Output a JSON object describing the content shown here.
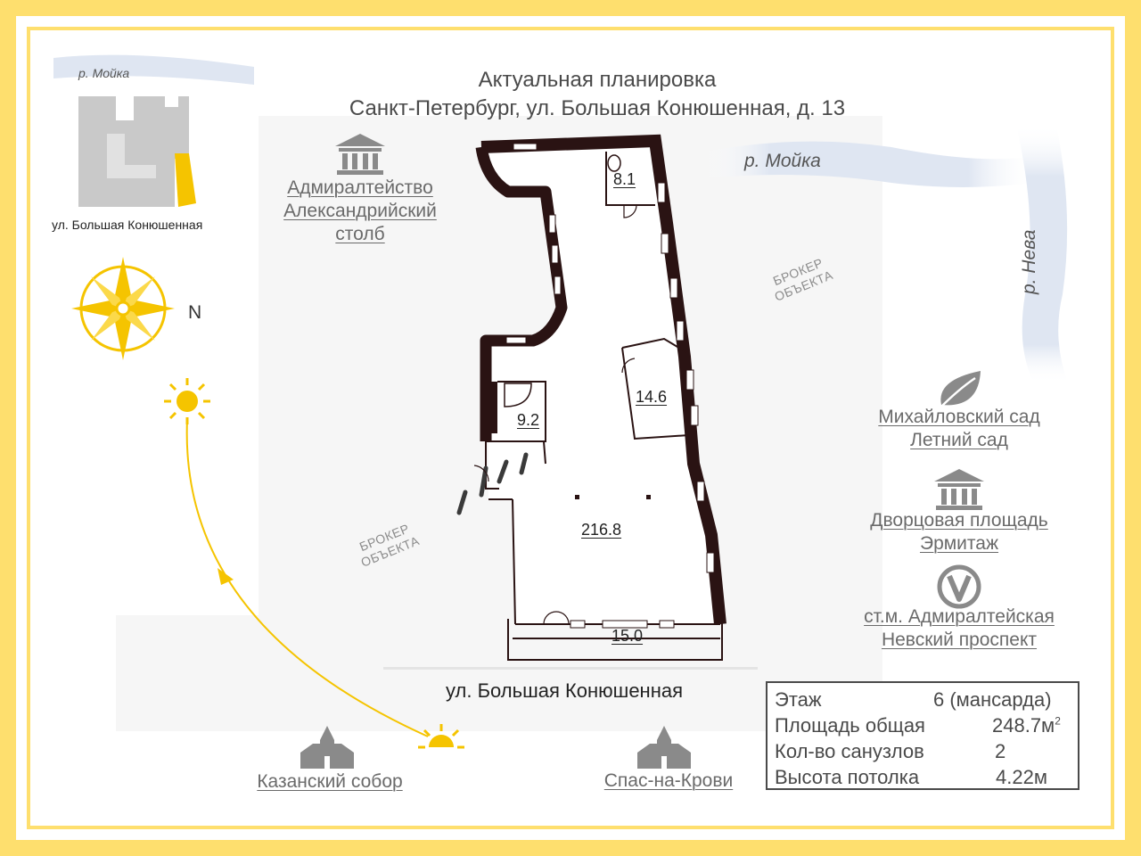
{
  "header": {
    "line1": "Актуальная планировка",
    "line2": "Санкт-Петербург, ул. Большая Конюшенная, д. 13"
  },
  "minimap": {
    "river": "р. Мойка",
    "street": "ул. Большая Конюшенная"
  },
  "compass": {
    "north": "N"
  },
  "rivers": {
    "moika": "р. Мойка",
    "neva": "р. Нева"
  },
  "landmarks": {
    "admiralty": {
      "icon": "museum-icon",
      "lines": [
        "Адмиралтейство",
        "Александрийский",
        "столб"
      ]
    },
    "gardens": {
      "icon": "leaf-icon",
      "lines": [
        "Михайловский сад",
        "Летний сад"
      ]
    },
    "palace": {
      "icon": "museum-icon",
      "lines": [
        "Дворцовая площадь",
        "Эрмитаж"
      ]
    },
    "metro": {
      "icon": "metro-icon",
      "lines": [
        "ст.м. Адмиралтейская",
        "Невский проспект"
      ]
    },
    "kazan": {
      "icon": "church-icon",
      "label": "Казанский собор"
    },
    "spas": {
      "icon": "church-icon",
      "label": "Спас-на-Крови"
    }
  },
  "watermark": {
    "line1": "БРОКЕР",
    "line2": "ОБЪЕКТА"
  },
  "plan": {
    "rooms": [
      {
        "id": "toilet",
        "label": "8.1"
      },
      {
        "id": "room",
        "label": "14.6"
      },
      {
        "id": "bath",
        "label": "9.2"
      },
      {
        "id": "hall",
        "label": "216.8"
      },
      {
        "id": "balcony",
        "label": "15.0"
      }
    ],
    "street": "ул. Большая Конюшенная"
  },
  "specs": {
    "floor_label": "Этаж",
    "floor_value": "6 (мансарда)",
    "area_label": "Площадь общая",
    "area_value": "248.7м",
    "area_unit_sup": "2",
    "bathrooms_label": "Кол-во санузлов",
    "bathrooms_value": "2",
    "ceiling_label": "Высота потолка",
    "ceiling_value": "4.22м"
  },
  "colors": {
    "frame": "#fedf6e",
    "sun": "#f5c400",
    "wall": "#2a1313",
    "icon_gray": "#8a8a8a"
  }
}
